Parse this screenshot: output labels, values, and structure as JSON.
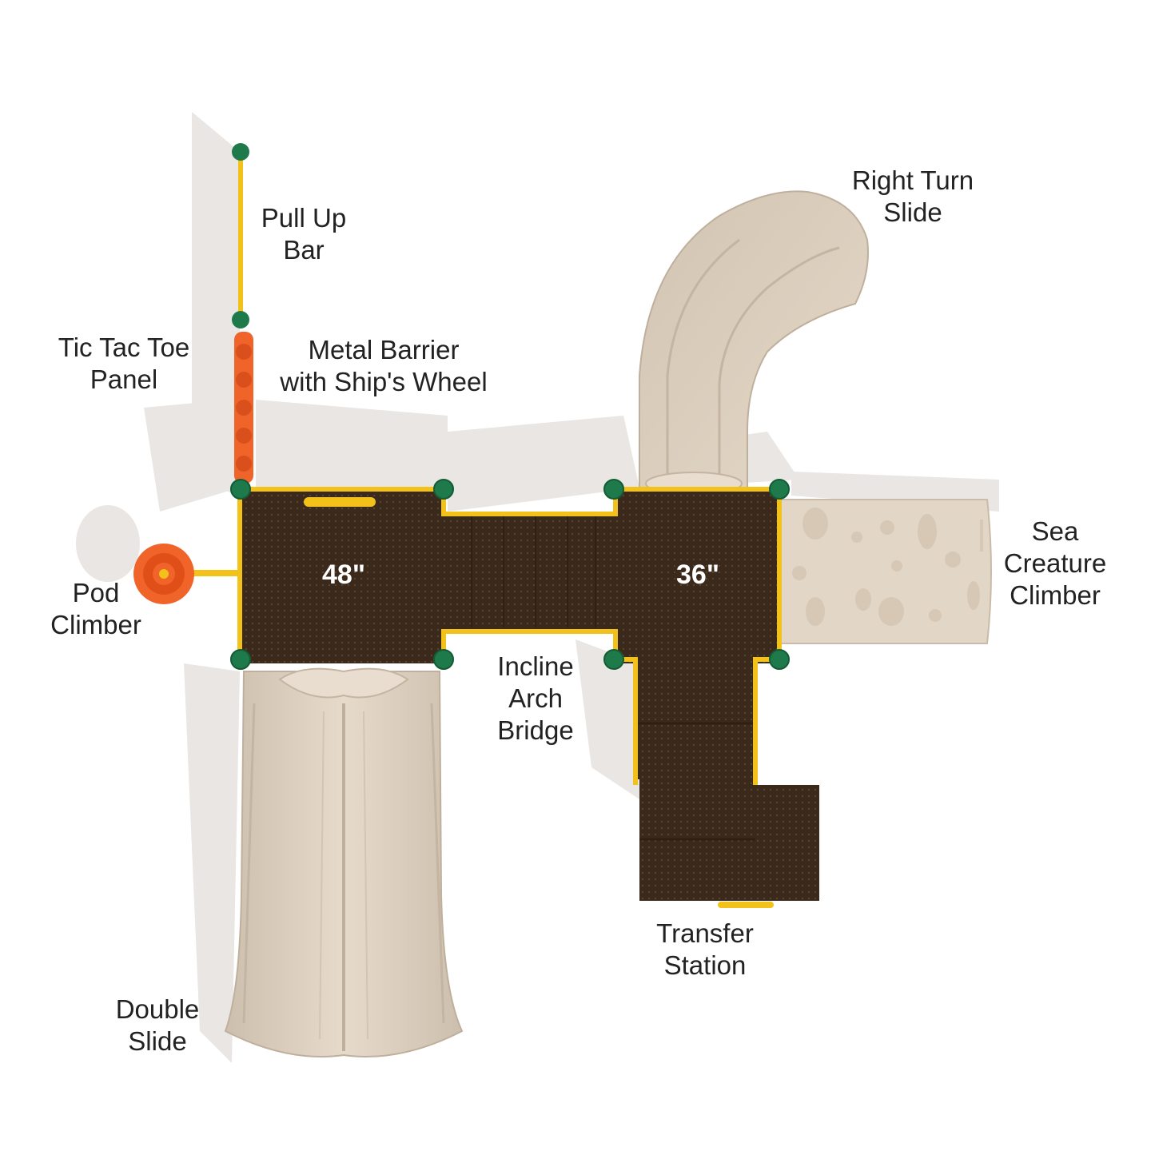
{
  "labels": {
    "pull_up_bar": [
      "Pull Up",
      "Bar"
    ],
    "tic_tac_toe_panel": [
      "Tic Tac Toe",
      "Panel"
    ],
    "metal_barrier": [
      "Metal Barrier",
      "with Ship's Wheel"
    ],
    "pod_climber": [
      "Pod",
      "Climber"
    ],
    "double_slide": [
      "Double",
      "Slide"
    ],
    "incline_arch_bridge": [
      "Incline",
      "Arch",
      "Bridge"
    ],
    "transfer_station": [
      "Transfer",
      "Station"
    ],
    "right_turn_slide": [
      "Right Turn",
      "Slide"
    ],
    "sea_creature_climber": [
      "Sea",
      "Creature",
      "Climber"
    ]
  },
  "decks": {
    "left_height": "48\"",
    "right_height": "36\""
  },
  "colors": {
    "deck": "#3b2a1c",
    "post_rail": "#f2c21a",
    "post_cap": "#1e7a4a",
    "slide": "#d9cbb9",
    "panel": "#f0642a"
  }
}
